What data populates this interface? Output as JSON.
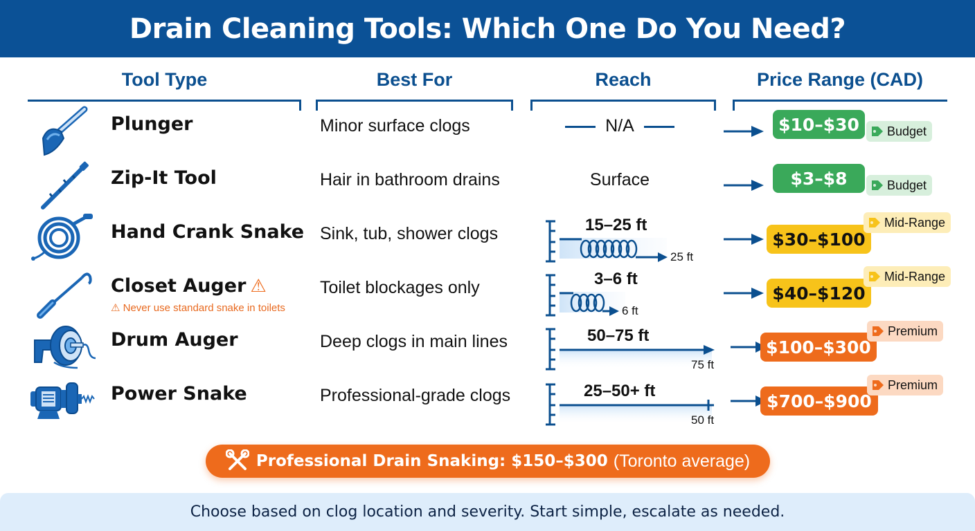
{
  "header": {
    "title": "Drain Cleaning Tools: Which One Do You Need?"
  },
  "columns": {
    "tool_type": "Tool Type",
    "best_for": "Best For",
    "reach": "Reach",
    "price_range": "Price Range (CAD)"
  },
  "rows": [
    {
      "tool": "Plunger",
      "icon": "plunger-icon",
      "best_for": "Minor surface clogs",
      "reach": {
        "type": "text",
        "value": "N/A"
      },
      "price": "$10–$30",
      "tier": "Budget",
      "tier_color": "#3aa95a"
    },
    {
      "tool": "Zip-It Tool",
      "icon": "zip-it-icon",
      "best_for": "Hair in bathroom drains",
      "reach": {
        "type": "text",
        "value": "Surface"
      },
      "price": "$3–$8",
      "tier": "Budget",
      "tier_color": "#3aa95a"
    },
    {
      "tool": "Hand Crank Snake",
      "icon": "hand-crank-snake-icon",
      "best_for": "Sink, tub, shower clogs",
      "reach": {
        "type": "graphic",
        "range": "15–25 ft",
        "end": "25 ft"
      },
      "price": "$30–$100",
      "tier": "Mid-Range",
      "tier_color": "#f7c31a"
    },
    {
      "tool": "Closet Auger",
      "icon": "closet-auger-icon",
      "warning_icon": "warning-icon",
      "warning": "Never use standard snake in toilets",
      "best_for": "Toilet blockages only",
      "reach": {
        "type": "graphic",
        "range": "3–6 ft",
        "end": "6 ft"
      },
      "price": "$40–$120",
      "tier": "Mid-Range",
      "tier_color": "#f7c31a"
    },
    {
      "tool": "Drum Auger",
      "icon": "drum-auger-icon",
      "best_for": "Deep clogs in main lines",
      "reach": {
        "type": "graphic",
        "range": "50–75 ft",
        "end": "75 ft"
      },
      "price": "$100–$300",
      "tier": "Premium",
      "tier_color": "#ee6b1c"
    },
    {
      "tool": "Power Snake",
      "icon": "power-snake-icon",
      "best_for": "Professional-grade clogs",
      "reach": {
        "type": "graphic",
        "range": "25–50+ ft",
        "end": "50 ft"
      },
      "price": "$700–$900",
      "tier": "Premium",
      "tier_color": "#ee6b1c"
    }
  ],
  "professional": {
    "icon": "tools-icon",
    "label": "Professional Drain Snaking: $150–$300",
    "note": "(Toronto average)"
  },
  "footer": {
    "text": "Choose based on clog location and severity. Start simple, escalate as needed."
  },
  "colors": {
    "header_bg": "#0b5196",
    "heading_blue": "#0b4f8f",
    "budget": "#3aa95a",
    "mid_range": "#f7c31a",
    "premium": "#ee6b1c",
    "footer_bg": "#deedfb"
  }
}
